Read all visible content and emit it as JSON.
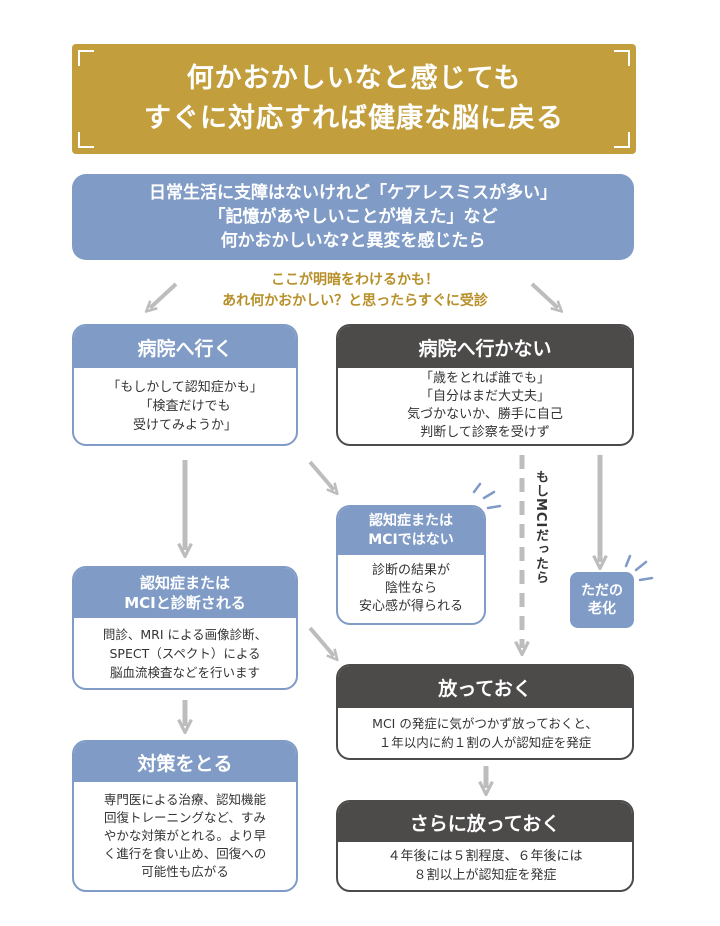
{
  "title": {
    "line1": "何かおかしいなと感じても",
    "line2": "すぐに対応すれば健康な脳に戻る"
  },
  "intro": {
    "line1": "日常生活に支障はないけれど「ケアレスミスが多い」",
    "line2": "「記憶があやしいことが増えた」など",
    "line3": "何かおかしいな?と異変を感じたら"
  },
  "hint": {
    "line1": "ここが明暗をわけるかも！",
    "line2": "あれ何かおかしい？と思ったらすぐに受診"
  },
  "go_hospital": {
    "title": "病院へ行く",
    "lines": [
      "「もしかして認知症かも」",
      "「検査だけでも",
      "受けてみようか」"
    ]
  },
  "no_hospital": {
    "title": "病院へ行かない",
    "lines": [
      "「歳をとれば誰でも」",
      "「自分はまだ大丈夫」",
      "気づかないか、勝手に自己",
      "判断して診察を受けず"
    ]
  },
  "not_mci": {
    "title_line1": "認知症または",
    "title_line2": "MCIではない",
    "lines": [
      "診断の結果が",
      "陰性なら",
      "安心感が得られる"
    ]
  },
  "diagnosed": {
    "title_line1": "認知症または",
    "title_line2": "MCIと診断される",
    "lines": [
      "問診、MRI による画像診断、",
      "SPECT（スペクト）による",
      "脳血流検査などを行います"
    ]
  },
  "countermeasure": {
    "title": "対策をとる",
    "lines": [
      "専門医による治療、認知機能",
      "回復トレーニングなど、すみ",
      "やかな対策がとれる。より早",
      "く進行を食い止め、回復への",
      "可能性も広がる"
    ]
  },
  "leave": {
    "title": "放っておく",
    "lines": [
      "MCI の発症に気がつかず放っておくと、",
      "１年以内に約１割の人が認知症を発症"
    ]
  },
  "leave_more": {
    "title": "さらに放っておく",
    "lines": [
      "４年後には５割程度、６年後には",
      "８割以上が認知症を発症"
    ]
  },
  "aging": {
    "line1": "ただの",
    "line2": "老化"
  },
  "if_mci_label": "もしMCIだったら",
  "colors": {
    "gold": "#c29e3c",
    "blue": "#7f9bc6",
    "dark": "#4d4a4a",
    "arrow": "#bdbdbd",
    "hint": "#b8902a"
  }
}
